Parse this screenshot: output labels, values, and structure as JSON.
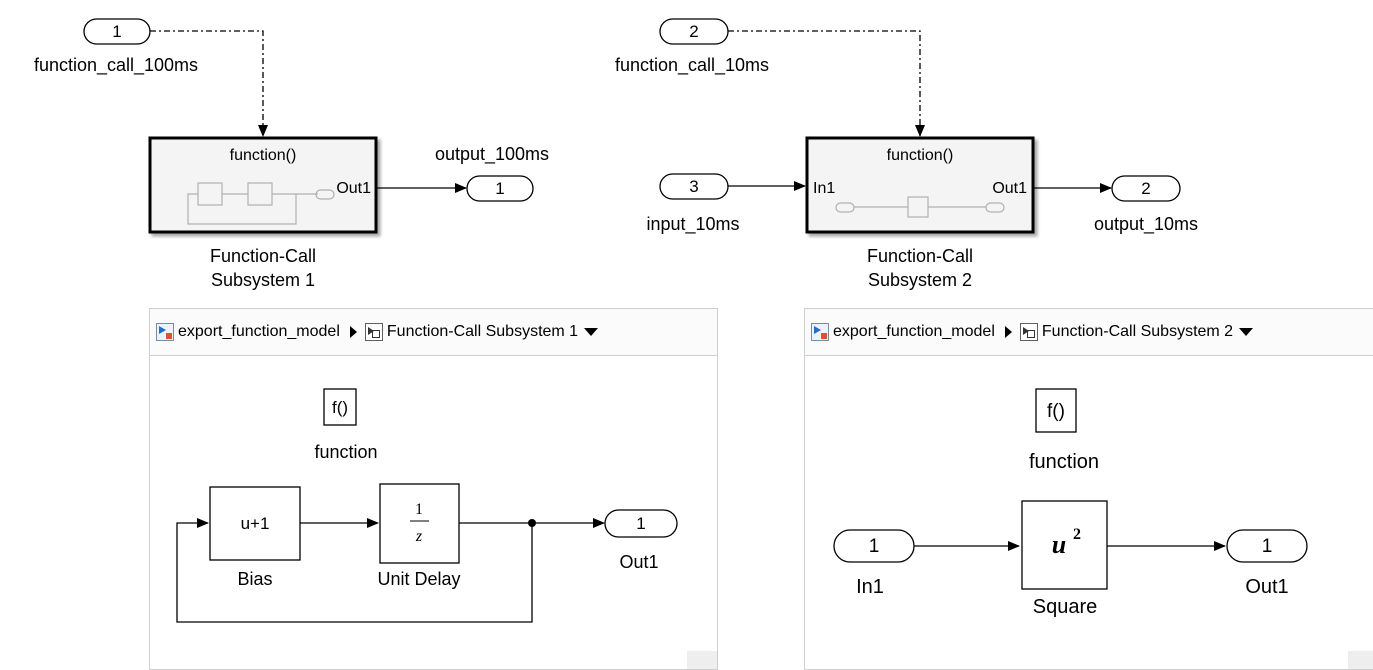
{
  "top_model": {
    "inport_fc100": {
      "number": "1",
      "label": "function_call_100ms"
    },
    "inport_fc10": {
      "number": "2",
      "label": "function_call_10ms"
    },
    "inport_input": {
      "number": "3",
      "label": "input_10ms"
    },
    "outport_100": {
      "number": "1",
      "label": "output_100ms"
    },
    "outport_10": {
      "number": "2",
      "label": "output_10ms"
    },
    "subsystem1": {
      "header": "function()",
      "port_out": "Out1",
      "name_line1": "Function-Call",
      "name_line2": "Subsystem 1"
    },
    "subsystem2": {
      "header": "function()",
      "port_in": "In1",
      "port_out": "Out1",
      "name_line1": "Function-Call",
      "name_line2": "Subsystem 2"
    }
  },
  "panel1": {
    "breadcrumb_root": "export_function_model",
    "breadcrumb_current": "Function-Call Subsystem 1",
    "trigger_block": {
      "symbol": "f()",
      "label": "function"
    },
    "bias_block": {
      "symbol": "u+1",
      "label": "Bias"
    },
    "delay_block": {
      "numerator": "1",
      "denominator": "z",
      "label": "Unit Delay"
    },
    "outport": {
      "number": "1",
      "label": "Out1"
    }
  },
  "panel2": {
    "breadcrumb_root": "export_function_model",
    "breadcrumb_current": "Function-Call Subsystem 2",
    "trigger_block": {
      "symbol": "f()",
      "label": "function"
    },
    "inport": {
      "number": "1",
      "label": "In1"
    },
    "square_block": {
      "base": "u",
      "exponent": "2",
      "label": "Square"
    },
    "outport": {
      "number": "1",
      "label": "Out1"
    }
  },
  "colors": {
    "line": "#000000",
    "panel_border": "#cfcfcf",
    "block_fill": "#ffffff",
    "subsystem_fill": "#f4f4f4"
  }
}
